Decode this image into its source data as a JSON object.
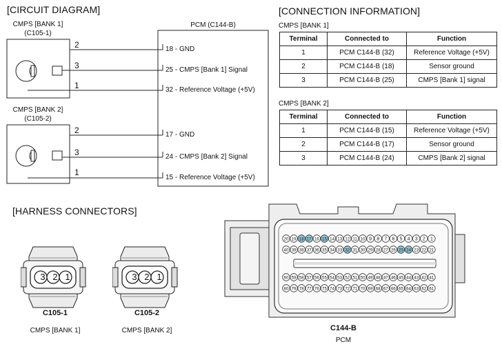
{
  "circuit": {
    "title": "[CIRCUIT DIAGRAM]",
    "bank1_label": "CMPS [BANK 1]",
    "bank1_conn": "(C105-1)",
    "bank2_label": "CMPS [BANK 2]",
    "bank2_conn": "(C105-2)",
    "pcm_label": "PCM (C144-B)",
    "pins": [
      "2",
      "3",
      "1"
    ],
    "bank1_terms": [
      "18 - GND",
      "25 -  CMPS [Bank 1] Signal",
      "32 - Reference Voltage (+5V)"
    ],
    "bank2_terms": [
      "17 - GND",
      "24 -  CMPS [Bank 2] Signal",
      "15 - Reference Voltage (+5V)"
    ]
  },
  "connection": {
    "title": "[CONNECTION INFORMATION]",
    "headers": [
      "Terminal",
      "Connected to",
      "Function"
    ],
    "bank1": {
      "label": "CMPS [BANK 1]",
      "rows": [
        [
          "1",
          "PCM C144-B (32)",
          "Reference Voltage (+5V)"
        ],
        [
          "2",
          "PCM C144-B (18)",
          "Sensor ground"
        ],
        [
          "3",
          "PCM C144-B (25)",
          "CMPS [Bank 1] signal"
        ]
      ]
    },
    "bank2": {
      "label": "CMPS [BANK 2]",
      "rows": [
        [
          "1",
          "PCM C144-B (15)",
          "Reference Voltage (+5V)"
        ],
        [
          "2",
          "PCM C144-B (17)",
          "Sensor ground"
        ],
        [
          "3",
          "PCM C144-B (24)",
          "CMPS [Bank 2] signal"
        ]
      ]
    }
  },
  "harness": {
    "title": "[HARNESS CONNECTORS]",
    "connectors": [
      {
        "name": "C105-1",
        "desc": "CMPS [BANK 1]",
        "pins": [
          "3",
          "2",
          "1"
        ]
      },
      {
        "name": "C105-2",
        "desc": "CMPS [BANK 2]",
        "pins": [
          "3",
          "2",
          "1"
        ]
      }
    ],
    "pcm": {
      "name": "C144-B",
      "desc": "PCM",
      "rows": [
        [
          "20",
          "19",
          "18",
          "17",
          "16",
          "15",
          "14",
          "13",
          "12",
          "11",
          "10",
          "9",
          "8",
          "7",
          "6",
          "5",
          "4",
          "3",
          "2",
          "1"
        ],
        [
          "40",
          "39",
          "38",
          "37",
          "36",
          "35",
          "34",
          "33",
          "32",
          "31",
          "30",
          "29",
          "28",
          "27",
          "26",
          "25",
          "24",
          "23",
          "22",
          "21"
        ],
        [
          "60",
          "59",
          "58",
          "57",
          "56",
          "55",
          "54",
          "53",
          "52",
          "51",
          "50",
          "49",
          "48",
          "47",
          "46",
          "45",
          "44",
          "43",
          "42",
          "41"
        ],
        [
          "80",
          "79",
          "78",
          "77",
          "76",
          "75",
          "74",
          "73",
          "72",
          "71",
          "70",
          "69",
          "68",
          "67",
          "66",
          "65",
          "64",
          "63",
          "62",
          "61"
        ]
      ],
      "highlighted": [
        "18",
        "17",
        "15",
        "32",
        "25",
        "24"
      ],
      "highlight_color": "#8fc3d3"
    }
  }
}
